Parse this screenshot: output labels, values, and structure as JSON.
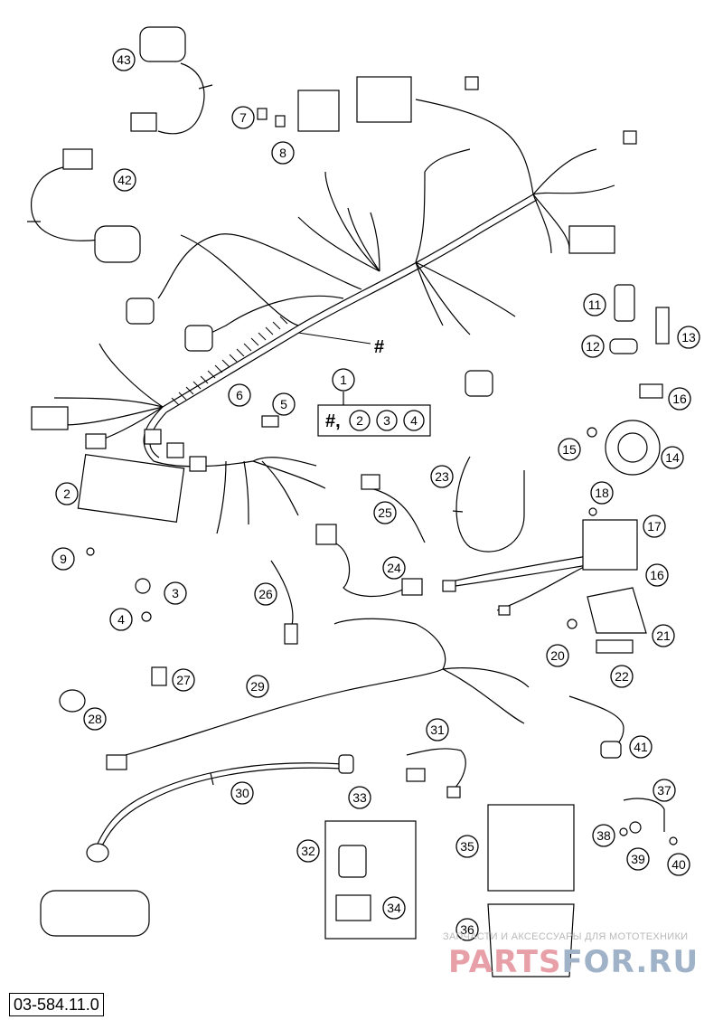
{
  "diagram": {
    "part_labels": [
      "1",
      "2",
      "3",
      "4",
      "5",
      "6",
      "7",
      "8",
      "9",
      "11",
      "12",
      "13",
      "14",
      "15",
      "16",
      "16",
      "17",
      "18",
      "20",
      "21",
      "22",
      "23",
      "24",
      "25",
      "26",
      "27",
      "28",
      "29",
      "30",
      "31",
      "32",
      "33",
      "34",
      "35",
      "36",
      "37",
      "38",
      "39",
      "40",
      "41",
      "42",
      "43"
    ],
    "hash_label": "#",
    "assembly_note": [
      "#,",
      "2",
      "3",
      "4"
    ],
    "reference_code": "03-584.11.0"
  },
  "watermark": {
    "subtitle": "ЗАПЧАСТИ И АКСЕССУАРЫ ДЛЯ МОТОТЕХНИКИ",
    "brand_part1": "PARTS",
    "brand_part2": "FOR.RU",
    "colors": {
      "brand_red": "#e8a0a8",
      "brand_blue": "#9fb2c7"
    }
  },
  "colors": {
    "line": "#000000",
    "background": "#ffffff"
  }
}
